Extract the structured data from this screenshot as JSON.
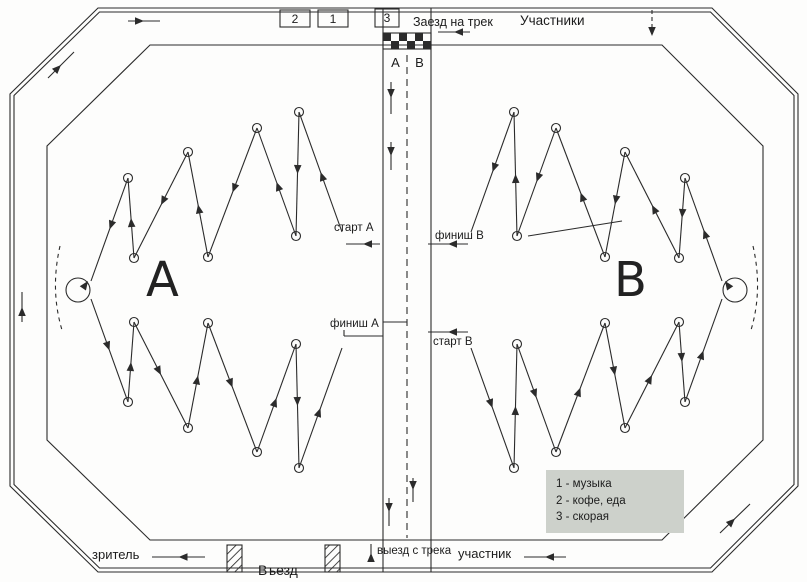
{
  "top_bar": {
    "box_2": "2",
    "box_1": "1",
    "box_3": "3",
    "track_entry_label": "Заезд на трек",
    "participants_label": "Участники"
  },
  "corridor": {
    "lane_a": "А",
    "lane_b": "В"
  },
  "course_labels": {
    "big_a": "A",
    "big_b": "B",
    "start_a": "старт A",
    "finish_b": "финиш B",
    "finish_a": "финиш A",
    "start_b": "старт B"
  },
  "bottom_bar": {
    "spectator_label": "зритель",
    "participant_label": "участник",
    "track_exit_label": "выезд с трека",
    "entrance_label": "Въезд"
  },
  "legend": {
    "item_1": "1 - музыка",
    "item_2": "2 - кофе, еда",
    "item_3": "3 - скорая"
  },
  "colors": {
    "line": "#2b2b2b",
    "legend_bg": "#cdd1cb",
    "background": "#fdfdfc"
  }
}
